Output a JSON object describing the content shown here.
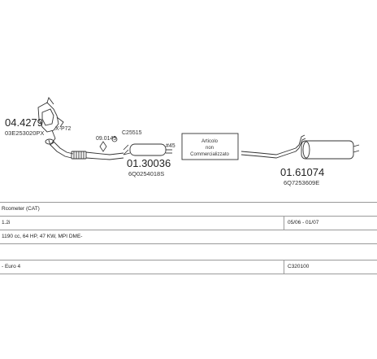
{
  "parts": {
    "cat": {
      "code": "04.4279",
      "ref": "03E253020PX"
    },
    "xref": "X-P72",
    "gasket": "09.0145",
    "clamp": "C25515",
    "pos": "#45",
    "center": {
      "code": "01.30036",
      "ref": "6Q0254018S"
    },
    "rear": {
      "code": "01.61074",
      "ref": "6Q7253609E"
    },
    "note": {
      "line1": "Articolo",
      "line2": "non",
      "line3": "Commercializzato"
    }
  },
  "table": {
    "rows": [
      {
        "left": "Rcometer (CAT)",
        "right": ""
      },
      {
        "left": "1.2i",
        "right": "05/06 - 01/07"
      },
      {
        "left": "1190 cc, 64 HP, 47 KW, MPI DME-",
        "right": ""
      },
      {
        "left": "",
        "right": ""
      },
      {
        "left": "- Euro 4",
        "right": "C320100"
      }
    ]
  }
}
